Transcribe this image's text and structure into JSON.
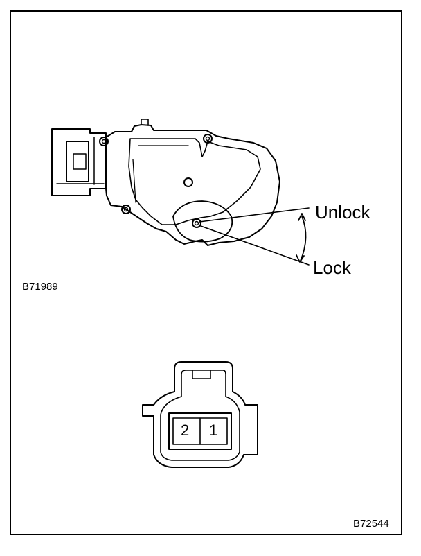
{
  "figure1": {
    "code": "B71989",
    "label_unlock": "Unlock",
    "label_lock": "Lock"
  },
  "figure2": {
    "code": "B72544",
    "pins": [
      "2",
      "1"
    ]
  }
}
